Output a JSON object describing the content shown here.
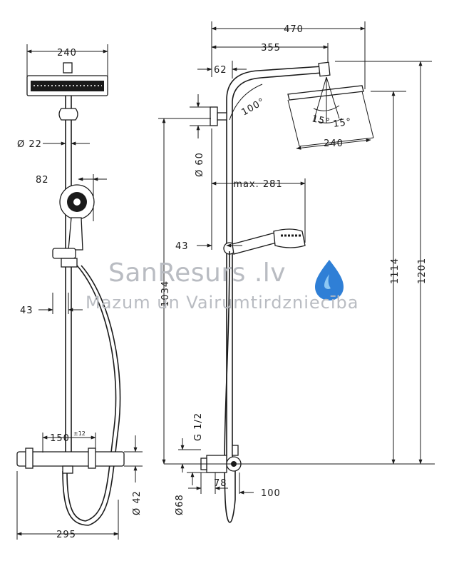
{
  "watermark": {
    "brand": "SanResurs .lv",
    "tagline": "Mazum un Vairumtirdzniecība",
    "drop_colors": [
      "#2f7fd6",
      "#8ec8f3"
    ]
  },
  "front_view": {
    "head_width": "240",
    "pipe_diameter": "Ø 22",
    "hand_shower_width": "82",
    "offset_43": "43",
    "thermostat_spacing": "150",
    "thermostat_spacing_tolerance": "±12",
    "thermostat_height": "Ø 42",
    "overall_width": "295"
  },
  "side_view": {
    "top_reach": "470",
    "arm_reach": "355",
    "arm_offset": "62",
    "arm_angle": "100°",
    "tilt_left": "15°",
    "tilt_right": "15°",
    "head_width": "240",
    "wall_bracket": "Ø 60",
    "hand_reach": "max. 281",
    "hand_offset": "43",
    "rail_height": "1034",
    "head_height": "1114",
    "total_height": "1201",
    "thread": "G 1/2",
    "valve_diameter": "Ø68",
    "valve_depth": "78",
    "outlet_depth": "100"
  }
}
